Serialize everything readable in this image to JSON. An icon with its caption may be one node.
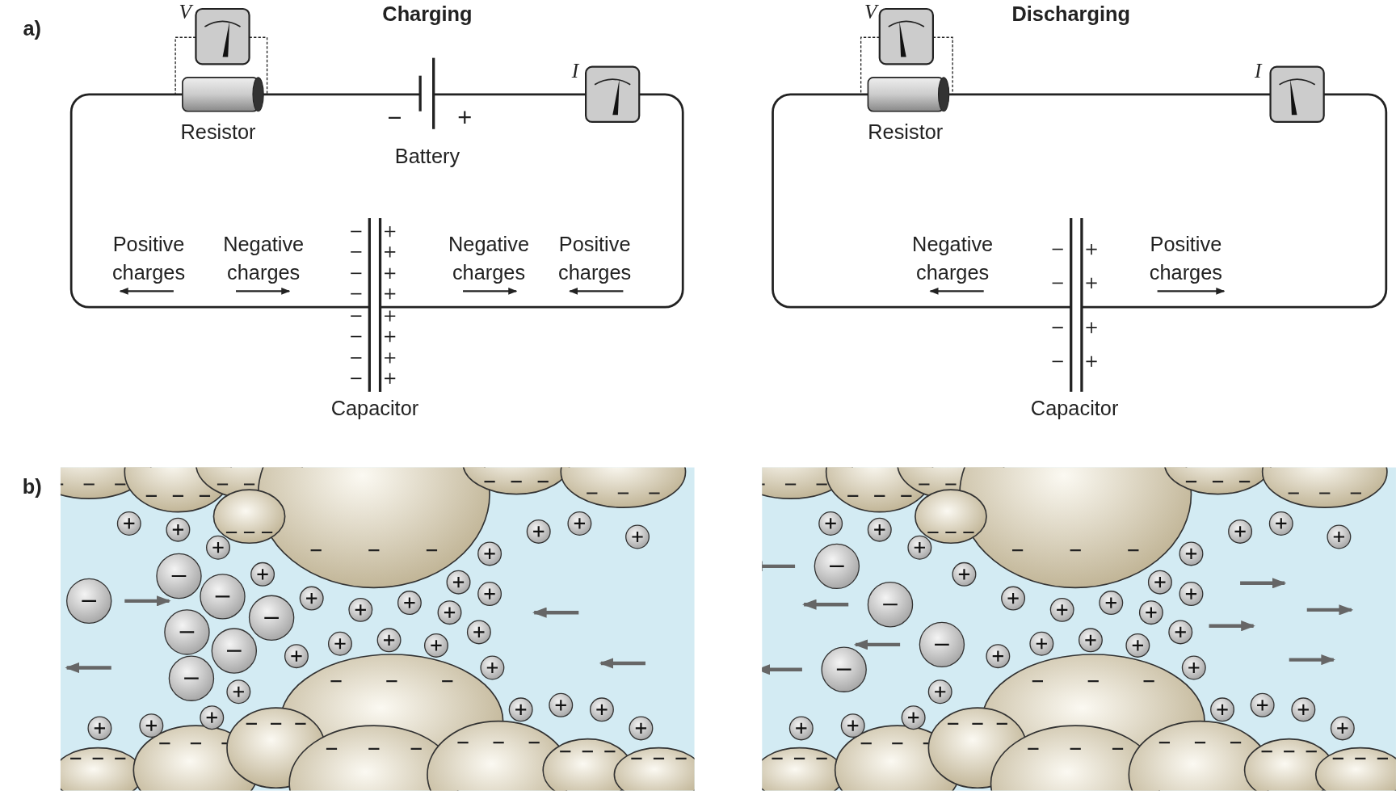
{
  "diagram": {
    "nodes": [
      {
        "text": [],
        "shape": "picture",
        "beside": [
          "V"
        ]
      },
      {
        "text": [],
        "shape": "picture",
        "beside": [
          "Resistor"
        ]
      },
      {
        "text": [],
        "shape": "picture",
        "beside": [
          "−",
          "+",
          "Battery"
        ]
      },
      {
        "text": [],
        "shape": "picture",
        "beside": [
          "I"
        ]
      },
      {
        "text": [],
        "shape": "picture",
        "beside": [
          "Capacitor"
        ]
      },
      {
        "text": [],
        "shape": "picture",
        "beside": [
          "V"
        ]
      },
      {
        "text": [],
        "shape": "picture",
        "beside": [
          "Resistor"
        ]
      },
      {
        "text": [],
        "shape": "picture",
        "beside": [
          "I"
        ]
      },
      {
        "text": [],
        "shape": "picture",
        "beside": [
          "Capacitor"
        ]
      }
    ],
    "edges": [
      {
        "from": 0,
        "to": 1,
        "arrow": "none",
        "style": "dashed"
      },
      {
        "from": 0,
        "to": 1,
        "arrow": "none",
        "style": "dashed"
      },
      {
        "from": 1,
        "to": 2,
        "arrow": "none"
      },
      {
        "from": 2,
        "to": 3,
        "arrow": "none"
      },
      {
        "from": 3,
        "to": 4,
        "arrow": "none"
      },
      {
        "from": 4,
        "to": 1,
        "arrow": "none"
      },
      {
        "from": 5,
        "to": 6,
        "arrow": "none",
        "style": "dashed"
      },
      {
        "from": 5,
        "to": 6,
        "arrow": "none",
        "style": "dashed"
      },
      {
        "from": 6,
        "to": 7,
        "arrow": "none"
      },
      {
        "from": 7,
        "to": 8,
        "arrow": "none"
      },
      {
        "from": 8,
        "to": 6,
        "arrow": "none"
      }
    ],
    "labels": [
      "a)",
      "Charging",
      "Positive charges",
      "Negative charges",
      "Negative charges",
      "Positive charges",
      "Discharging",
      "Negative charges",
      "Positive charges",
      "b)"
    ]
  }
}
